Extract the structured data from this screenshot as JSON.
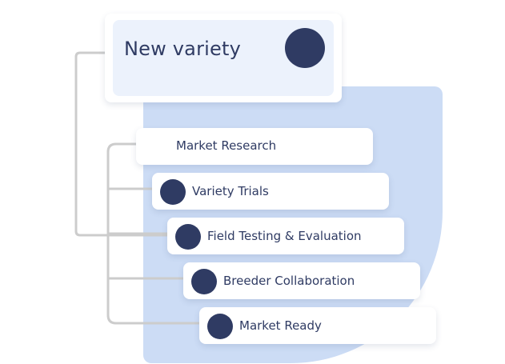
{
  "diagram": {
    "root": {
      "title": "New variety"
    },
    "steps": [
      {
        "label": "Market Research",
        "has_dot": false
      },
      {
        "label": "Variety Trials",
        "has_dot": true
      },
      {
        "label": "Field Testing & Evaluation",
        "has_dot": true
      },
      {
        "label": "Breeder Collaboration",
        "has_dot": true
      },
      {
        "label": "Market Ready",
        "has_dot": true
      }
    ]
  },
  "colors": {
    "accent_navy": "#2f3b63",
    "panel_blue": "#ccdcf5",
    "header_fill": "#ecf2fc",
    "connector_gray": "#cccccc"
  }
}
